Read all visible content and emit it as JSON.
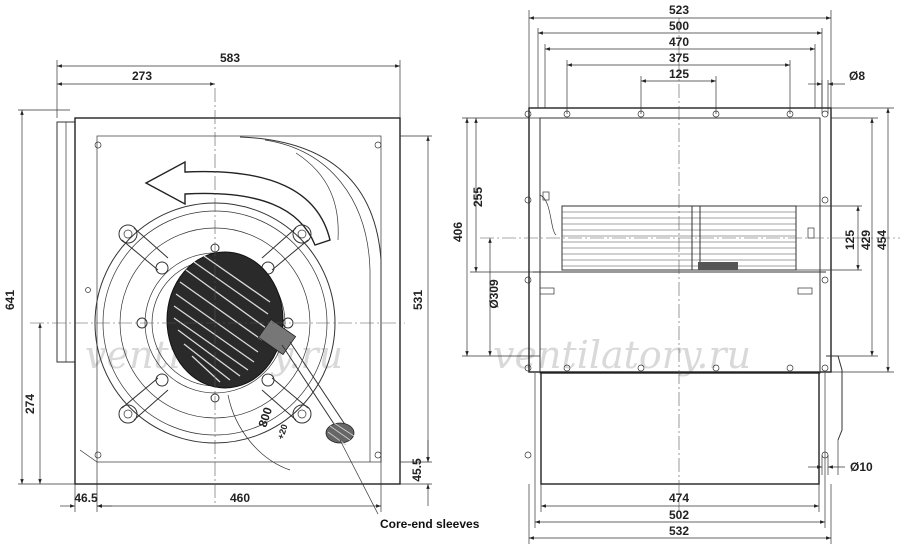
{
  "watermark": "ventilatory.ru",
  "label_core_end_sleeves": "Core-end sleeves",
  "label_cable_length": "800",
  "label_cable_tolerance": "+20",
  "left_view": {
    "width_583": "583",
    "width_273": "273",
    "height_641": "641",
    "height_531": "531",
    "height_274": "274",
    "height_45_5": "45.5",
    "width_46_5": "46.5",
    "width_460": "460"
  },
  "right_view": {
    "width_523": "523",
    "width_500": "500",
    "width_470": "470",
    "width_375": "375",
    "width_125": "125",
    "hole_8": "Ø8",
    "height_406": "406",
    "height_255": "255",
    "dia_309": "Ø309",
    "height_125": "125",
    "height_429": "429",
    "height_454": "454",
    "hole_10": "Ø10",
    "width_474": "474",
    "width_502": "502",
    "width_532": "532"
  }
}
